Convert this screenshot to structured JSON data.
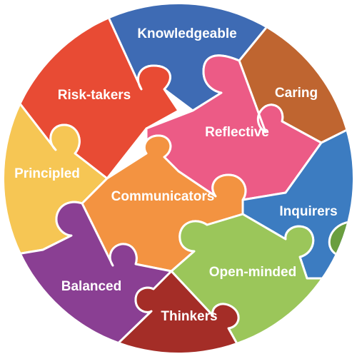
{
  "pieces": [
    {
      "key": "knowledgeable",
      "label": "Knowledgeable",
      "color": "#3e6bb4"
    },
    {
      "key": "caring",
      "label": "Caring",
      "color": "#bf6530"
    },
    {
      "key": "risk_takers",
      "label": "Risk-takers",
      "color": "#e84b34"
    },
    {
      "key": "reflective",
      "label": "Reflective",
      "color": "#ec5b86"
    },
    {
      "key": "principled",
      "label": "Principled",
      "color": "#f6c654"
    },
    {
      "key": "communicators",
      "label": "Communicators",
      "color": "#f39341"
    },
    {
      "key": "inquirers",
      "label": "Inquirers",
      "color": "#3c7cc1"
    },
    {
      "key": "balanced",
      "label": "Balanced",
      "color": "#8a3f93"
    },
    {
      "key": "open_minded",
      "label": "Open-minded",
      "color": "#9bc65a"
    },
    {
      "key": "thinkers",
      "label": "Thinkers",
      "color": "#a42d27"
    },
    {
      "key": "green_edge",
      "label": "",
      "color": "#6a9e3e"
    }
  ]
}
